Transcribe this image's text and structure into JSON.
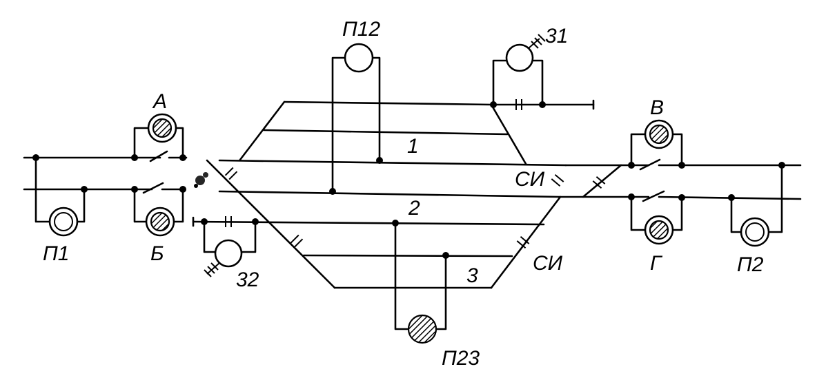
{
  "labels": {
    "signal_A": "А",
    "signal_B": "Б",
    "signal_V": "В",
    "signal_G": "Г",
    "signal_P1": "П1",
    "signal_P2": "П2",
    "signal_P12": "П12",
    "signal_P23": "П23",
    "signal_31": "31",
    "signal_32": "32",
    "track_1": "1",
    "track_2": "2",
    "track_3": "3",
    "joint_top": "СИ",
    "joint_bottom": "СИ"
  },
  "colors": {
    "line": "#000000",
    "background": "#ffffff"
  }
}
